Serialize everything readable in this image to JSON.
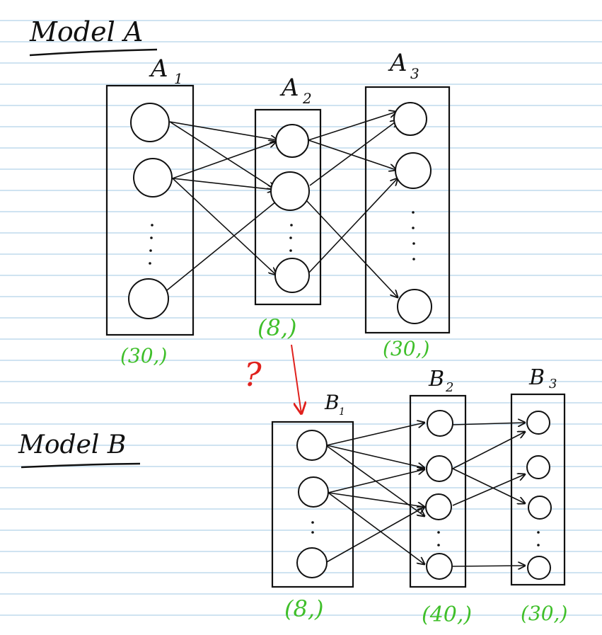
{
  "model_a": {
    "title": "Model A",
    "layers": [
      {
        "label": "A",
        "sub": "1",
        "shape": "(30,)"
      },
      {
        "label": "A",
        "sub": "2",
        "shape": "(8,)"
      },
      {
        "label": "A",
        "sub": "3",
        "shape": "(30,)"
      }
    ]
  },
  "model_b": {
    "title": "Model B",
    "layers": [
      {
        "label": "B",
        "sub": "1",
        "shape": "(8,)"
      },
      {
        "label": "B",
        "sub": "2",
        "shape": "(40,)"
      },
      {
        "label": "B",
        "sub": "3",
        "shape": "(30,)"
      }
    ]
  },
  "question_mark": "?",
  "colors": {
    "ink": "#111111",
    "shape_label": "#3fbf2a",
    "question": "#e0211d",
    "rule_lines": "#cfe3f1"
  }
}
